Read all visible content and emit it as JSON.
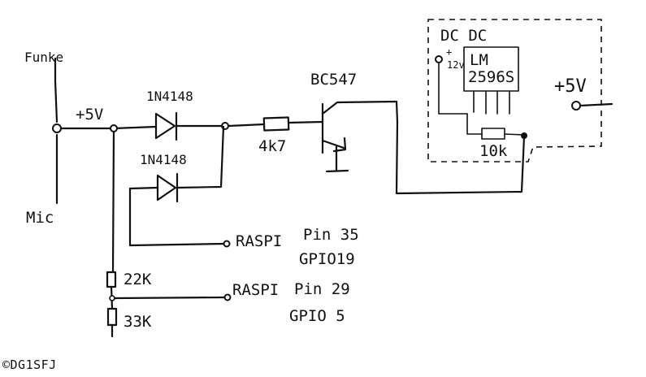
{
  "labels": {
    "funke": "Funke",
    "mic": "Mic",
    "plus5v_left": "+5V",
    "diode_top": "1N4148",
    "diode_bottom": "1N4148",
    "resistor_base": "4k7",
    "transistor": "BC547",
    "regulator_block": "DC DC",
    "cap_plus": "+",
    "cap_value": "12v",
    "reg_chip_line1": "LM",
    "reg_chip_line2": "2596S",
    "reg_resistor": "10k",
    "plus5v_right": "+5V",
    "raspi1": "RASPI",
    "raspi1_pin": "Pin 35",
    "raspi1_gpio": "GPIO19",
    "raspi2": "RASPI",
    "raspi2_pin": "Pin 29",
    "raspi2_gpio": "GPIO 5",
    "r_22k": "22K",
    "r_33k": "33K"
  },
  "credit": "©DG1SFJ"
}
